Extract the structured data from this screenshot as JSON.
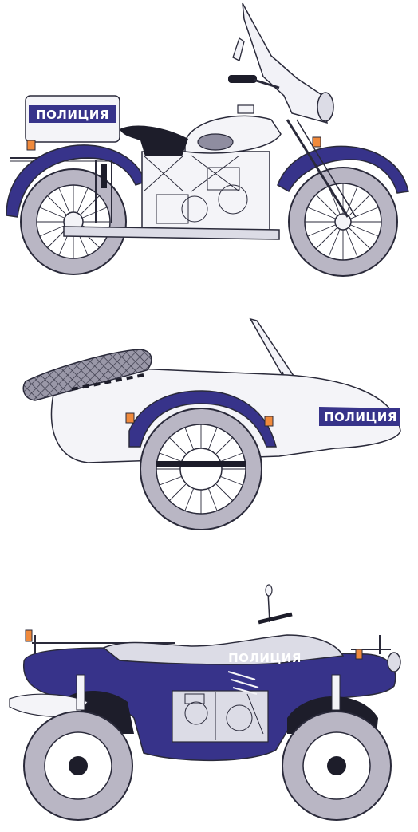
{
  "labels": {
    "motorcycle_side_case": "ПОЛИЦИЯ",
    "sidecar": "ПОЛИЦИЯ",
    "atv": "ПОЛИЦИЯ"
  },
  "colors": {
    "livery_blue": "#37338a",
    "body_white": "#f4f4f8",
    "tire_gray": "#b9b6c4",
    "outline": "#2a2a3a",
    "signal_orange": "#f08a3c",
    "seat_dark": "#1d1d2a",
    "frame_light": "#dcdce6"
  }
}
